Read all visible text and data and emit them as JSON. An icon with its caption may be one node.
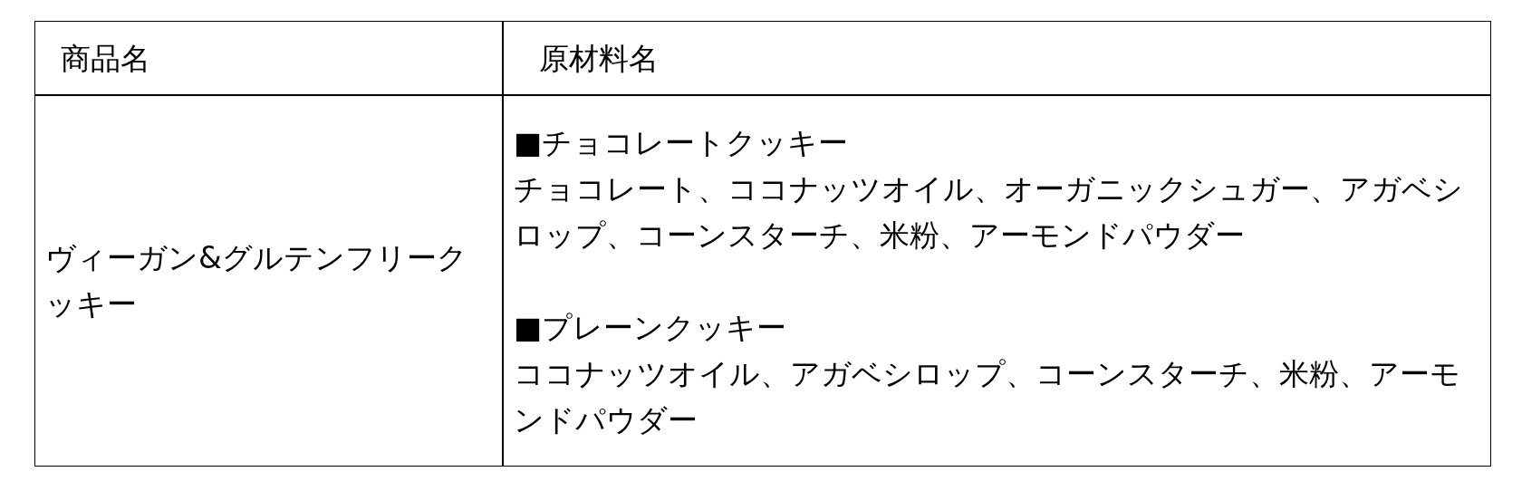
{
  "diagram": {
    "labels": [
      "商品名",
      "原材料名",
      "ヴィーガン&グルテンフリークッキー",
      "■チョコレートクッキー",
      "チョコレート、ココナッツオイル、オーガニックシュガー、アガベシロップ、コーンスターチ、米粉、アーモンドパウダー",
      "■プレーンクッキー",
      "ココナッツオイル、アガベシロップ、コーンスターチ、米粉、アーモンドパウダー"
    ]
  }
}
